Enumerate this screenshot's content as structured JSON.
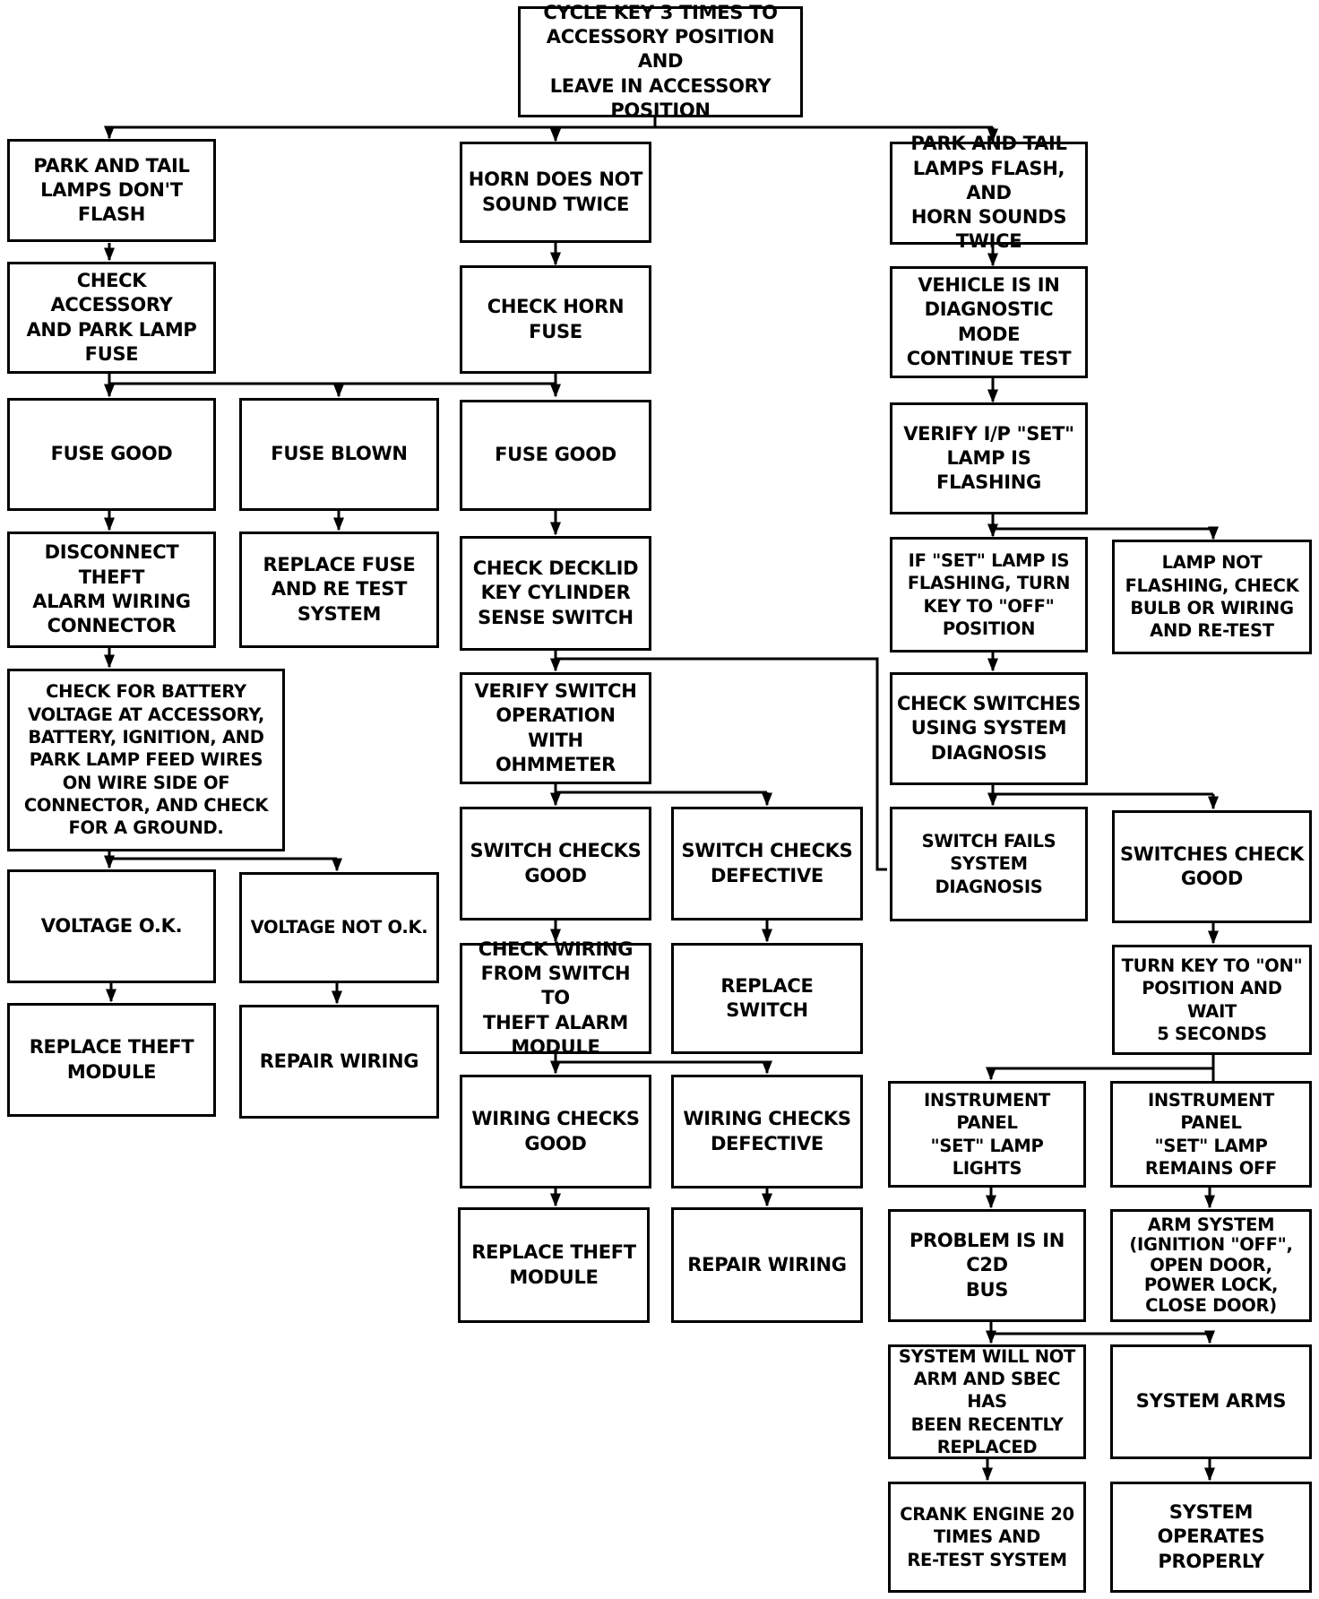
{
  "diagram": {
    "nodes": [
      {
        "id": "start",
        "text": "CYCLE KEY 3 TIMES TO\nACCESSORY POSITION AND\nLEAVE IN ACCESSORY\nPOSITION"
      },
      {
        "id": "park-no-flash",
        "text": "PARK AND TAIL\nLAMPS DON'T FLASH"
      },
      {
        "id": "horn-no-sound",
        "text": "HORN DOES NOT\nSOUND TWICE"
      },
      {
        "id": "flash-and-horn",
        "text": "PARK AND TAIL\nLAMPS FLASH, AND\nHORN SOUNDS\nTWICE"
      },
      {
        "id": "check-acc-fuse",
        "text": "CHECK ACCESSORY\nAND PARK LAMP\nFUSE"
      },
      {
        "id": "check-horn-fuse",
        "text": "CHECK HORN\nFUSE"
      },
      {
        "id": "diag-mode",
        "text": "VEHICLE IS IN\nDIAGNOSTIC MODE\nCONTINUE TEST"
      },
      {
        "id": "fuse-good-1",
        "text": "FUSE GOOD"
      },
      {
        "id": "fuse-blown",
        "text": "FUSE BLOWN"
      },
      {
        "id": "fuse-good-2",
        "text": "FUSE GOOD"
      },
      {
        "id": "verify-set-lamp",
        "text": "VERIFY I/P \"SET\"\nLAMP IS FLASHING"
      },
      {
        "id": "disconnect-connector",
        "text": "DISCONNECT THEFT\nALARM WIRING\nCONNECTOR"
      },
      {
        "id": "replace-fuse",
        "text": "REPLACE FUSE\nAND RE TEST\nSYSTEM"
      },
      {
        "id": "check-decklid",
        "text": "CHECK DECKLID\nKEY CYLINDER\nSENSE SWITCH"
      },
      {
        "id": "set-flashing-off",
        "text": "IF \"SET\" LAMP IS\nFLASHING, TURN\nKEY TO \"OFF\"\nPOSITION"
      },
      {
        "id": "lamp-not-flashing",
        "text": "LAMP NOT\nFLASHING, CHECK\nBULB OR WIRING\nAND RE-TEST"
      },
      {
        "id": "check-battery-voltage",
        "text": "CHECK FOR BATTERY\nVOLTAGE AT ACCESSORY,\nBATTERY, IGNITION, AND\nPARK LAMP FEED WIRES\nON WIRE SIDE OF\nCONNECTOR, AND CHECK\nFOR A GROUND."
      },
      {
        "id": "verify-switch-ohm",
        "text": "VERIFY SWITCH\nOPERATION WITH\nOHMMETER"
      },
      {
        "id": "check-switches-diag",
        "text": "CHECK SWITCHES\nUSING SYSTEM\nDIAGNOSIS"
      },
      {
        "id": "switch-good",
        "text": "SWITCH CHECKS\nGOOD"
      },
      {
        "id": "switch-defective",
        "text": "SWITCH CHECKS\nDEFECTIVE"
      },
      {
        "id": "switch-fails-diag",
        "text": "SWITCH FAILS\nSYSTEM DIAGNOSIS"
      },
      {
        "id": "switches-check-good",
        "text": "SWITCHES CHECK\nGOOD"
      },
      {
        "id": "voltage-ok",
        "text": "VOLTAGE O.K."
      },
      {
        "id": "voltage-not-ok",
        "text": "VOLTAGE NOT O.K."
      },
      {
        "id": "check-wiring-switch",
        "text": "CHECK WIRING\nFROM SWITCH TO\nTHEFT ALARM\nMODULE"
      },
      {
        "id": "replace-switch",
        "text": "REPLACE SWITCH"
      },
      {
        "id": "turn-key-on",
        "text": "TURN KEY TO \"ON\"\nPOSITION AND WAIT\n5 SECONDS"
      },
      {
        "id": "replace-module-1",
        "text": "REPLACE THEFT\nMODULE"
      },
      {
        "id": "repair-wiring-1",
        "text": "REPAIR WIRING"
      },
      {
        "id": "wiring-good",
        "text": "WIRING CHECKS\nGOOD"
      },
      {
        "id": "wiring-defective",
        "text": "WIRING CHECKS\nDEFECTIVE"
      },
      {
        "id": "set-lamp-lights",
        "text": "INSTRUMENT PANEL\n\"SET\" LAMP LIGHTS"
      },
      {
        "id": "set-lamp-off",
        "text": "INSTRUMENT PANEL\n\"SET\" LAMP\nREMAINS OFF"
      },
      {
        "id": "replace-module-2",
        "text": "REPLACE THEFT\nMODULE"
      },
      {
        "id": "repair-wiring-2",
        "text": "REPAIR WIRING"
      },
      {
        "id": "problem-c2d",
        "text": "PROBLEM IS IN C2D\nBUS"
      },
      {
        "id": "arm-system",
        "text": "ARM SYSTEM\n(IGNITION \"OFF\",\nOPEN DOOR,\nPOWER LOCK,\nCLOSE DOOR)"
      },
      {
        "id": "will-not-arm",
        "text": "SYSTEM WILL NOT\nARM AND SBEC HAS\nBEEN RECENTLY\nREPLACED"
      },
      {
        "id": "system-arms",
        "text": "SYSTEM ARMS"
      },
      {
        "id": "crank-engine",
        "text": "CRANK ENGINE 20\nTIMES AND\nRE-TEST SYSTEM"
      },
      {
        "id": "operates-properly",
        "text": "SYSTEM OPERATES\nPROPERLY"
      }
    ]
  }
}
